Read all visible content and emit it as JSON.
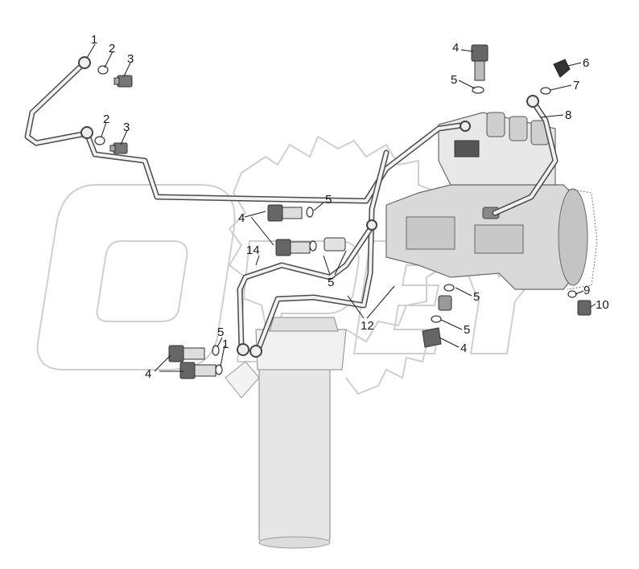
{
  "diagram": {
    "colors": {
      "ink": "#1a1a1a",
      "tube": "#4a4a4a",
      "watermark": "#cfcfcf",
      "metal_dark": "#444444",
      "metal_light": "#d9d9d9",
      "filter": "#e6e6e6"
    },
    "callouts": [
      {
        "id": "c1a",
        "label": "1"
      },
      {
        "id": "c2a",
        "label": "2"
      },
      {
        "id": "c3a",
        "label": "3"
      },
      {
        "id": "c2b",
        "label": "2"
      },
      {
        "id": "c3b",
        "label": "3"
      },
      {
        "id": "c4a",
        "label": "4"
      },
      {
        "id": "c5a",
        "label": "5"
      },
      {
        "id": "c6",
        "label": "6"
      },
      {
        "id": "c7",
        "label": "7"
      },
      {
        "id": "c8",
        "label": "8"
      },
      {
        "id": "c4b",
        "label": "4"
      },
      {
        "id": "c5b",
        "label": "5"
      },
      {
        "id": "c14",
        "label": "14"
      },
      {
        "id": "c5c",
        "label": "5"
      },
      {
        "id": "c12",
        "label": "12"
      },
      {
        "id": "c5d",
        "label": "5"
      },
      {
        "id": "c5e",
        "label": "5"
      },
      {
        "id": "c4c",
        "label": "4"
      },
      {
        "id": "c9",
        "label": "9"
      },
      {
        "id": "c10",
        "label": "10"
      },
      {
        "id": "c5f",
        "label": "5"
      },
      {
        "id": "c1b",
        "label": "1"
      },
      {
        "id": "c4d",
        "label": "4"
      }
    ]
  }
}
